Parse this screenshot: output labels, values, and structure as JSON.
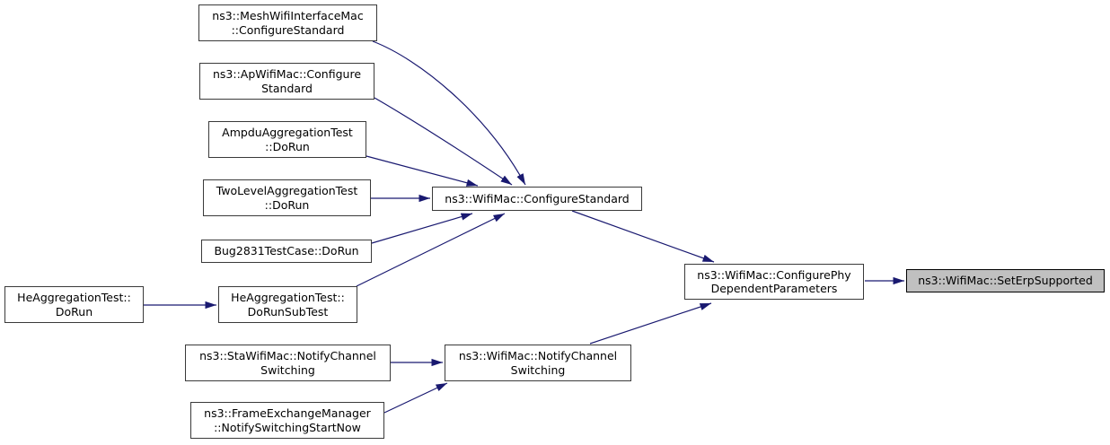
{
  "diagram": {
    "kind": "call-graph",
    "description": "Callers of ns3::WifiMac::SetErpSupported"
  },
  "colors": {
    "background": "#ffffff",
    "edge": "#191970",
    "node_border": "#3a3a3a",
    "node_fill": "#ffffff",
    "highlight_node_fill": "#c0c0c0",
    "text": "#000000"
  },
  "nodes": {
    "mesh": {
      "line1": "ns3::MeshWifiInterfaceMac",
      "line2": "::ConfigureStandard"
    },
    "ap": {
      "line1": "ns3::ApWifiMac::Configure",
      "line2": "Standard"
    },
    "ampdu": {
      "line1": "AmpduAggregationTest",
      "line2": "::DoRun"
    },
    "twolevel": {
      "line1": "TwoLevelAggregationTest",
      "line2": "::DoRun"
    },
    "bug2831": {
      "line1": "Bug2831TestCase::DoRun"
    },
    "hedorun": {
      "line1": "HeAggregationTest::",
      "line2": "DoRun"
    },
    "hesub": {
      "line1": "HeAggregationTest::",
      "line2": "DoRunSubTest"
    },
    "stanotify": {
      "line1": "ns3::StaWifiMac::NotifyChannel",
      "line2": "Switching"
    },
    "frameex": {
      "line1": "ns3::FrameExchangeManager",
      "line2": "::NotifySwitchingStartNow"
    },
    "configstd": {
      "line1": "ns3::WifiMac::ConfigureStandard"
    },
    "wifinotify": {
      "line1": "ns3::WifiMac::NotifyChannel",
      "line2": "Switching"
    },
    "configphy": {
      "line1": "ns3::WifiMac::ConfigurePhy",
      "line2": "DependentParameters"
    },
    "seterp": {
      "line1": "ns3::WifiMac::SetErpSupported"
    }
  },
  "edges": [
    {
      "from": "ns3::MeshWifiInterfaceMac::ConfigureStandard",
      "to": "ns3::WifiMac::ConfigureStandard"
    },
    {
      "from": "ns3::ApWifiMac::ConfigureStandard",
      "to": "ns3::WifiMac::ConfigureStandard"
    },
    {
      "from": "AmpduAggregationTest::DoRun",
      "to": "ns3::WifiMac::ConfigureStandard"
    },
    {
      "from": "TwoLevelAggregationTest::DoRun",
      "to": "ns3::WifiMac::ConfigureStandard"
    },
    {
      "from": "Bug2831TestCase::DoRun",
      "to": "ns3::WifiMac::ConfigureStandard"
    },
    {
      "from": "HeAggregationTest::DoRunSubTest",
      "to": "ns3::WifiMac::ConfigureStandard"
    },
    {
      "from": "HeAggregationTest::DoRun",
      "to": "HeAggregationTest::DoRunSubTest"
    },
    {
      "from": "ns3::StaWifiMac::NotifyChannelSwitching",
      "to": "ns3::WifiMac::NotifyChannelSwitching"
    },
    {
      "from": "ns3::FrameExchangeManager::NotifySwitchingStartNow",
      "to": "ns3::WifiMac::NotifyChannelSwitching"
    },
    {
      "from": "ns3::WifiMac::ConfigureStandard",
      "to": "ns3::WifiMac::ConfigurePhyDependentParameters"
    },
    {
      "from": "ns3::WifiMac::NotifyChannelSwitching",
      "to": "ns3::WifiMac::ConfigurePhyDependentParameters"
    },
    {
      "from": "ns3::WifiMac::ConfigurePhyDependentParameters",
      "to": "ns3::WifiMac::SetErpSupported"
    }
  ]
}
